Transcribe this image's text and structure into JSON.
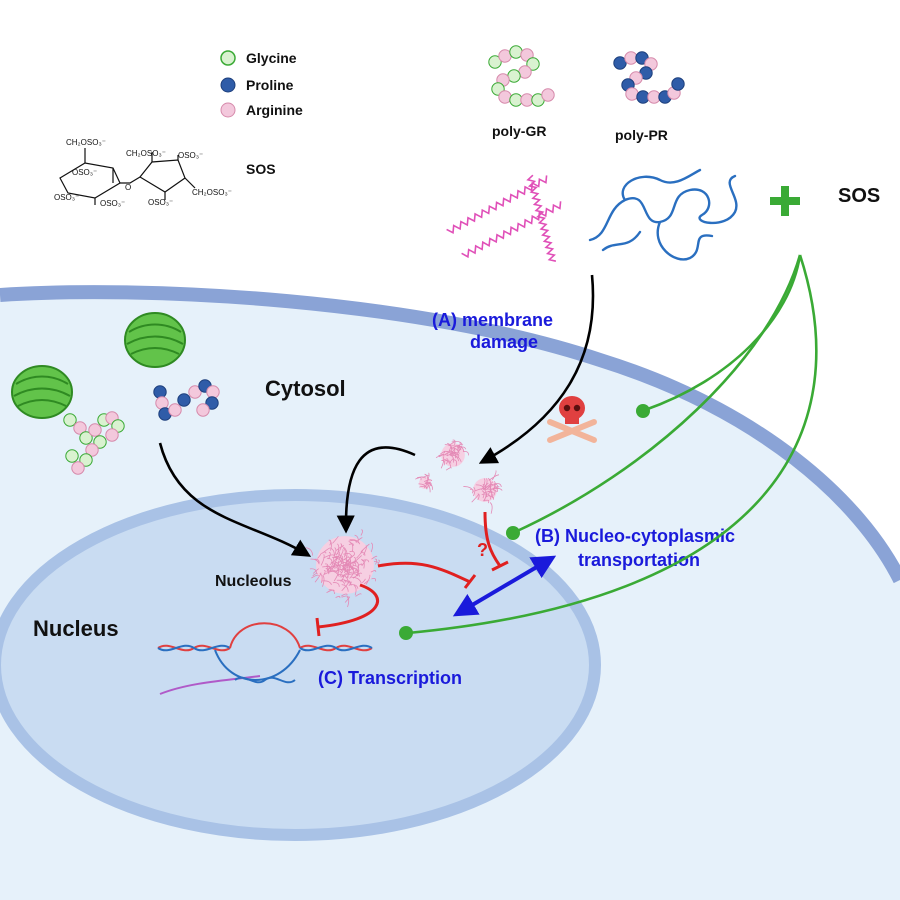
{
  "legend": {
    "glycine": "Glycine",
    "proline": "Proline",
    "arginine": "Arginine",
    "sos": "SOS"
  },
  "molecule": {
    "g1": "CH₂OSO₃⁻",
    "g2": "OSO₃⁻",
    "g3": "OSO₃⁻",
    "g4": "OSO₃⁻",
    "f1": "CH₂OSO₃⁻",
    "f2": "OSO₃⁻",
    "f3": "OSO₃⁻",
    "f4": "CH₂OSO₃⁻",
    "bridge": "O"
  },
  "polymers": {
    "gr": "poly-GR",
    "pr": "poly-PR",
    "sos_label": "SOS",
    "plus": "+"
  },
  "labels": {
    "cytosol": "Cytosol",
    "nucleus": "Nucleus",
    "nucleolus": "Nucleolus",
    "a_line1": "(A) membrane",
    "a_line2": "damage",
    "b_line1": "(B) Nucleo-cytoplasmic",
    "b_line2": "transportation",
    "c_label": "(C) Transcription",
    "question": "?"
  },
  "colors": {
    "glycine": "#d9f2d0",
    "proline": "#2f5ca8",
    "arginine": "#f3c8dc",
    "sos_green": "#3aaa35",
    "inhibit_red": "#e02020",
    "label_blue": "#1a1adb",
    "membrane": "#8aa3d6",
    "cytosol": "#e6f1fa",
    "nucleus": "#c9dcf2"
  },
  "icons": [
    "skull-crossbones-icon",
    "gfp-protein-icon",
    "dna-icon",
    "plus-icon"
  ]
}
